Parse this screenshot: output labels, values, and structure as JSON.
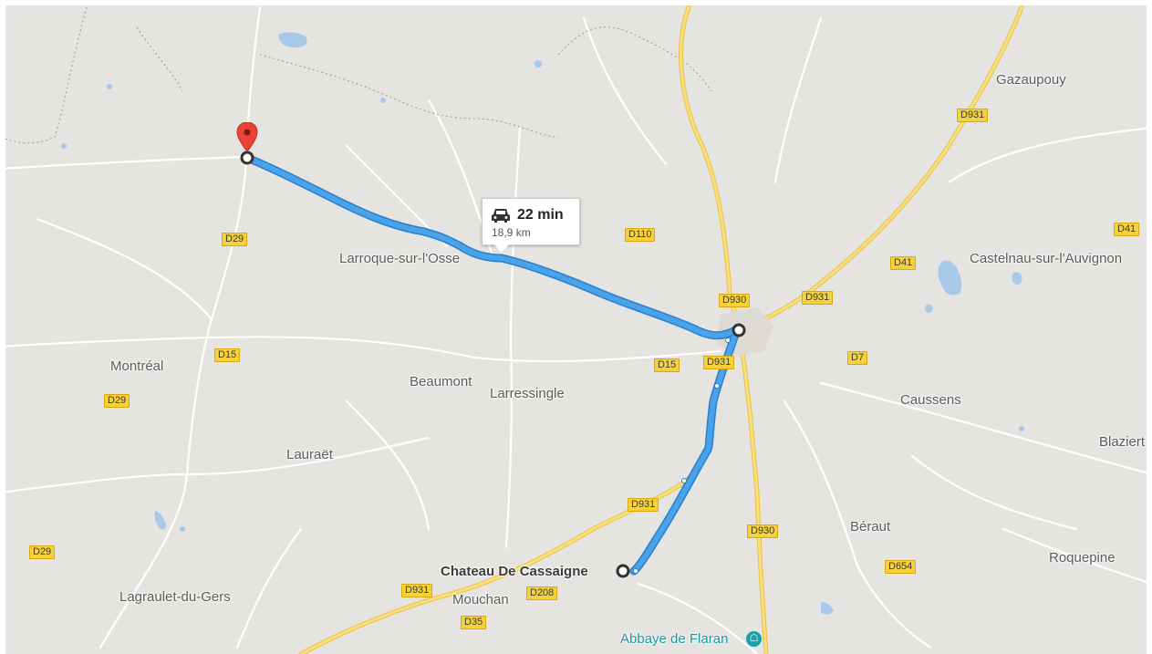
{
  "map": {
    "route_time": "22 min",
    "route_distance": "18,9 km",
    "places": [
      {
        "id": "gazaupouy",
        "label": "Gazaupouy"
      },
      {
        "id": "castelnau",
        "label": "Castelnau-sur-l'Auvignon"
      },
      {
        "id": "larroque",
        "label": "Larroque-sur-l'Osse"
      },
      {
        "id": "montreal",
        "label": "Montréal"
      },
      {
        "id": "beaumont",
        "label": "Beaumont"
      },
      {
        "id": "larressingle",
        "label": "Larressingle"
      },
      {
        "id": "caussens",
        "label": "Caussens"
      },
      {
        "id": "blaziert",
        "label": "Blaziert"
      },
      {
        "id": "lauraet",
        "label": "Lauraët"
      },
      {
        "id": "beraut",
        "label": "Béraut"
      },
      {
        "id": "roquepine",
        "label": "Roquepine"
      },
      {
        "id": "lagraulet",
        "label": "Lagraulet-du-Gers"
      },
      {
        "id": "mouchan",
        "label": "Mouchan"
      },
      {
        "id": "chateau",
        "label": "Chateau De Cassaigne"
      }
    ],
    "poi": {
      "label": "Abbaye de Flaran",
      "icon": "museum-icon"
    },
    "roads": [
      "D931",
      "D41",
      "D29",
      "D110",
      "D41",
      "D930",
      "D931",
      "D15",
      "D15",
      "D931",
      "D7",
      "D29",
      "D931",
      "D930",
      "D29",
      "D654",
      "D931",
      "D208",
      "D35"
    ],
    "colors": {
      "route": "#4aa3e8",
      "route_edge": "#2a7fce",
      "pin": "#ea4335",
      "road_shield": "#f5d23c",
      "major_road": "#f8d96a",
      "water": "#a8c9ea",
      "land": "#e6e4e1"
    }
  }
}
